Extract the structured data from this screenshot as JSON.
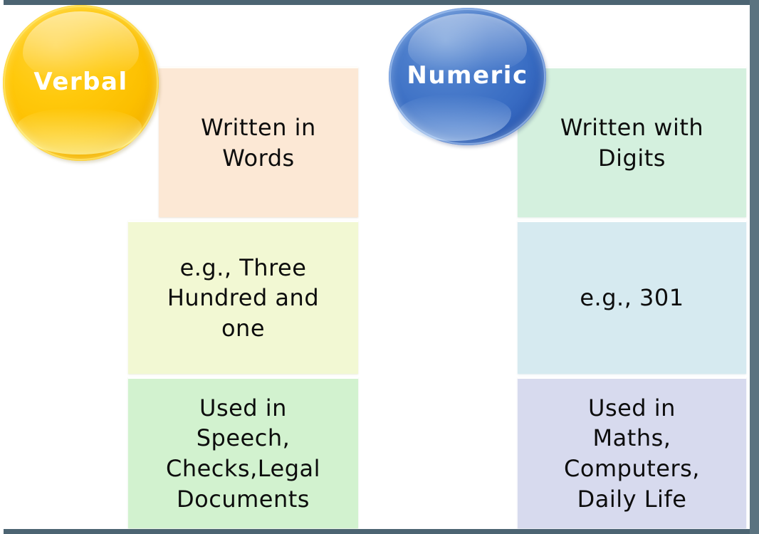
{
  "diagram": {
    "title_implicit": "",
    "frame_color": "#4c6472",
    "background": "#ffffff",
    "columns": [
      {
        "id": "verbal",
        "badge": {
          "label": "Verbal",
          "shape": "circle",
          "fill": "#fcbf00",
          "text_color": "#ffffff"
        },
        "cells": [
          {
            "text": "Written in\nWords",
            "fill": "#fce8d5"
          },
          {
            "text": "e.g., Three\nHundred and\none",
            "fill": "#f2f8d3"
          },
          {
            "text": "Used in\nSpeech,\nChecks,Legal\nDocuments",
            "fill": "#d2f2cf"
          }
        ]
      },
      {
        "id": "numeric",
        "badge": {
          "label": "Numeric",
          "shape": "circle",
          "fill": "#3a6ec4",
          "text_color": "#ffffff"
        },
        "cells": [
          {
            "text": "Written with\nDigits",
            "fill": "#d4f0de"
          },
          {
            "text": "e.g., 301",
            "fill": "#d6eaf0"
          },
          {
            "text": "Used in\nMaths,\nComputers,\nDaily Life",
            "fill": "#d7daee"
          }
        ]
      }
    ]
  }
}
